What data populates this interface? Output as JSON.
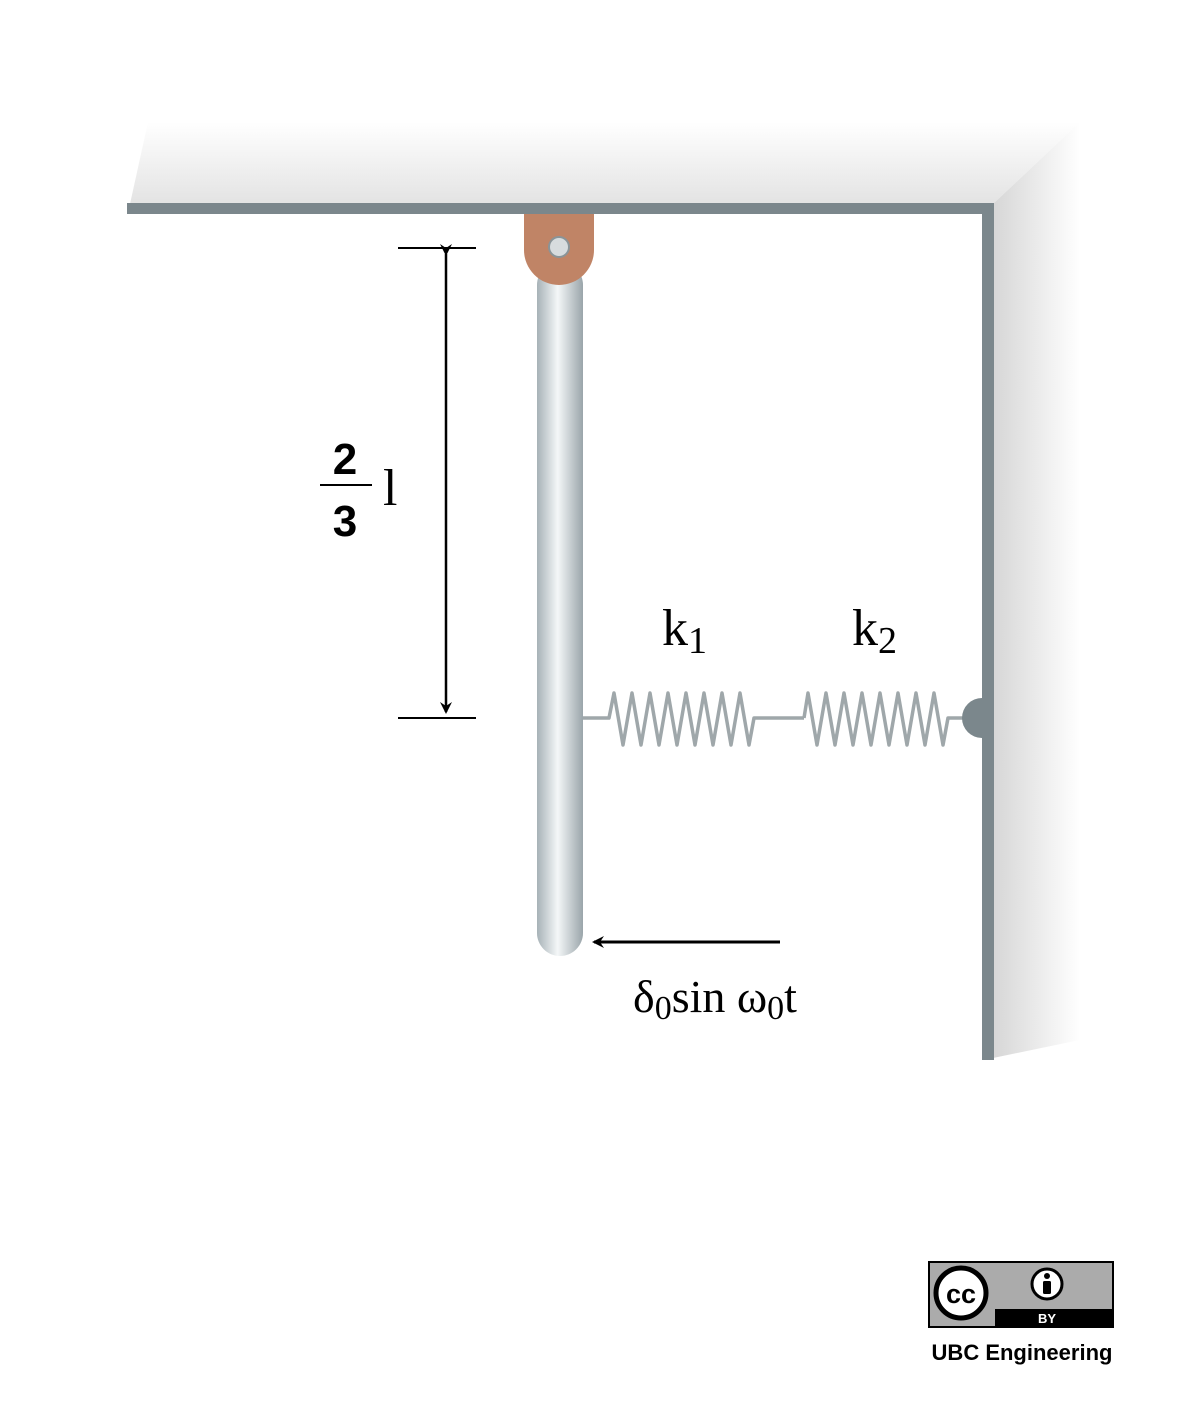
{
  "diagram": {
    "length_label": {
      "numerator": "2",
      "denominator": "3",
      "symbol": "l"
    },
    "springs": [
      {
        "base": "k",
        "sub": "1"
      },
      {
        "base": "k",
        "sub": "2"
      }
    ],
    "excitation": {
      "delta": "δ",
      "delta_sub": "0",
      "mid": "sin ",
      "omega": "ω",
      "omega_sub": "0",
      "end": "t"
    },
    "colors": {
      "wall": "#7b878c",
      "pivot": "#c08466",
      "rod": "#c9d2d6",
      "spring": "#9fa7aa",
      "arrow": "#000000"
    }
  },
  "license": {
    "cc": "cc",
    "by": "BY",
    "credit": "UBC Engineering"
  }
}
